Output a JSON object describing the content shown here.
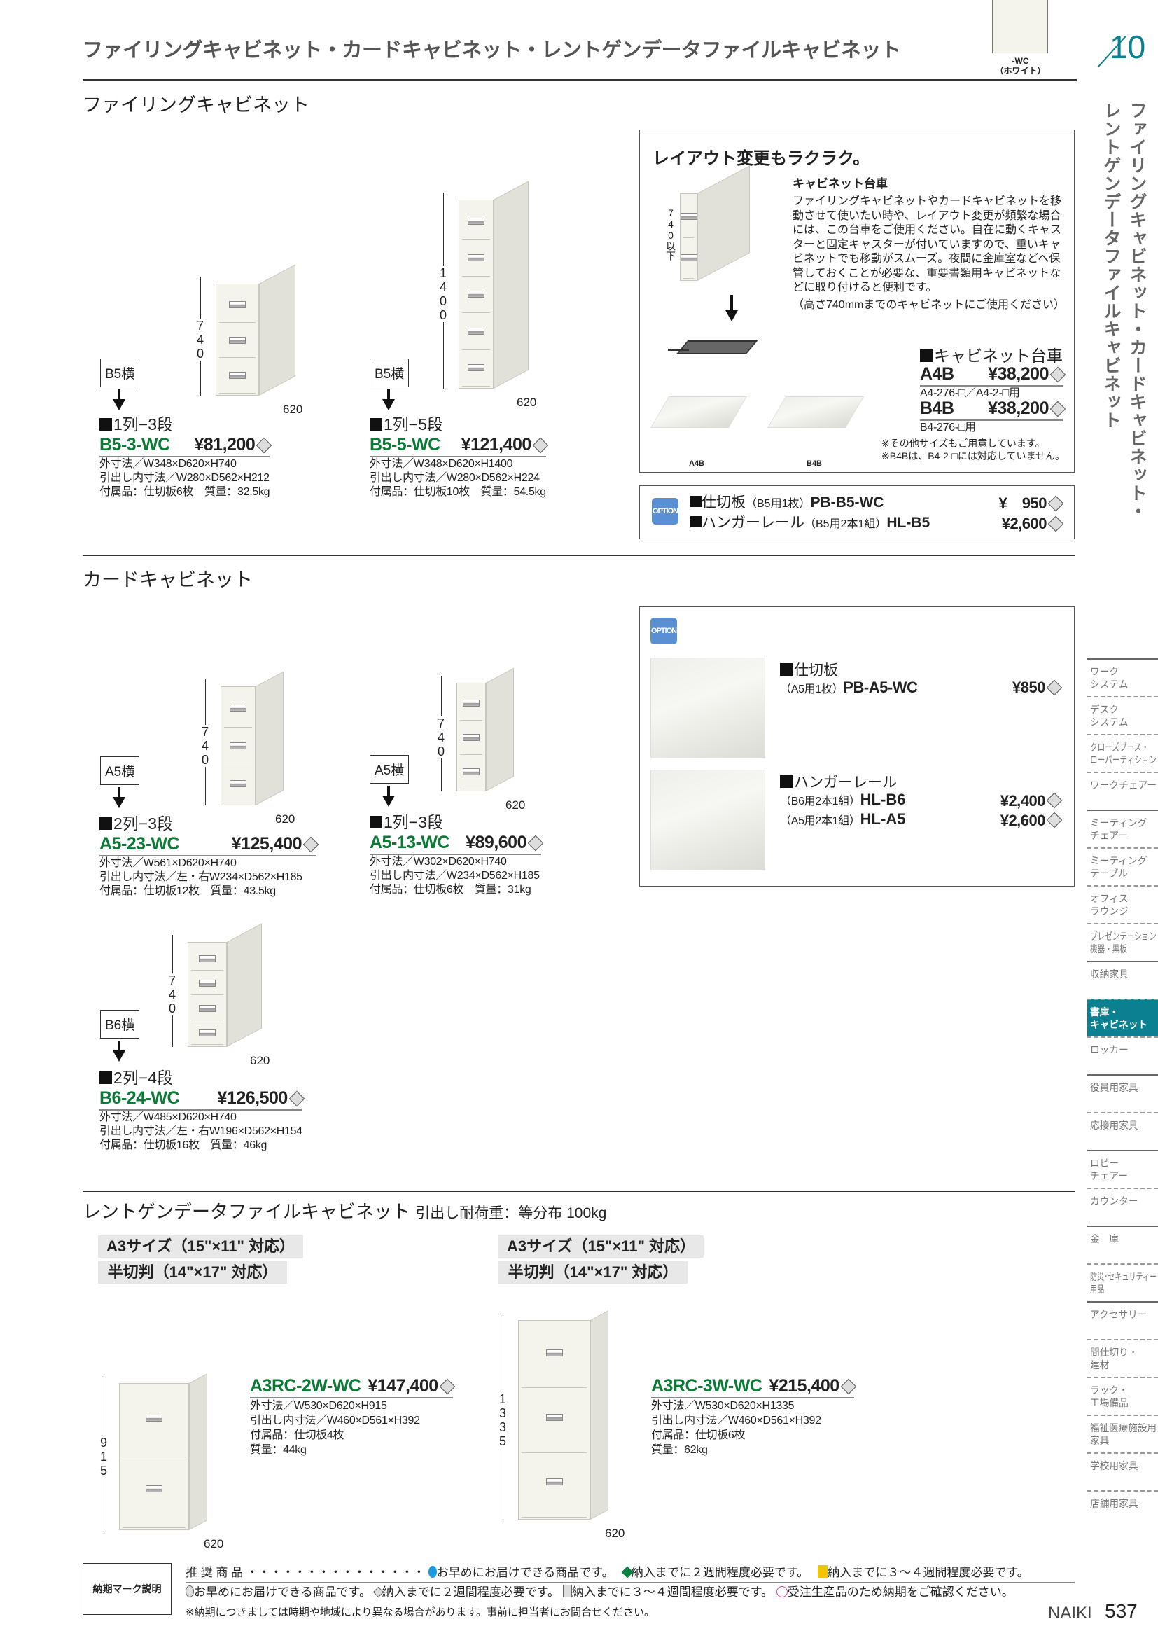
{
  "header": {
    "title": "ファイリングキャビネット・カードキャビネット・レントゲンデータファイルキャビネット"
  },
  "swatch": {
    "code": "-WC",
    "name": "（ホワイト）",
    "color": "#f4f3ec"
  },
  "chapter": {
    "number": "10",
    "title_line1": "ファイリングキャビネット・カードキャビネット・",
    "title_line2": "レントゲンデータファイルキャビネット",
    "accent": "#0a8090"
  },
  "sidebar": [
    {
      "label": "ワーク\nシステム"
    },
    {
      "label": "デスク\nシステム"
    },
    {
      "label": "クローズブース・\nローパーティション"
    },
    {
      "label": "ワークチェアー"
    },
    {
      "label": "ミーティング\nチェアー"
    },
    {
      "label": "ミーティング\nテーブル"
    },
    {
      "label": "オフィス\nラウンジ"
    },
    {
      "label": "プレゼンテーション\n機器・黒板"
    },
    {
      "label": "収納家具"
    },
    {
      "label": "書庫・\nキャビネット"
    },
    {
      "label": "ロッカー"
    },
    {
      "label": "役員用家具"
    },
    {
      "label": "応接用家具"
    },
    {
      "label": "ロビー\nチェアー"
    },
    {
      "label": "カウンター"
    },
    {
      "label": "金　庫"
    },
    {
      "label": "防災･セキュリティー\n用品"
    },
    {
      "label": "アクセサリー"
    },
    {
      "label": "間仕切り・\n建材"
    },
    {
      "label": "ラック・\n工場備品"
    },
    {
      "label": "福祉医療施設用\n家具"
    },
    {
      "label": "学校用家具"
    },
    {
      "label": "店舗用家具"
    }
  ],
  "filing": {
    "title": "ファイリングキャビネット",
    "products": [
      {
        "size": "B5横",
        "height": "740",
        "depth": "620",
        "config": "1列−3段",
        "code": "B5-3-WC",
        "price": "¥81,200",
        "specs": [
          "外寸法／W348×D620×H740",
          "引出し内寸法／W280×D562×H212",
          "付属品：仕切板6枚　質量：32.5kg"
        ]
      },
      {
        "size": "B5横",
        "height": "1400",
        "depth": "620",
        "config": "1列−5段",
        "code": "B5-5-WC",
        "price": "¥121,400",
        "specs": [
          "外寸法／W348×D620×H1400",
          "引出し内寸法／W280×D562×H224",
          "付属品：仕切板10枚　質量：54.5kg"
        ]
      }
    ]
  },
  "caster": {
    "heading": "レイアウト変更もラクラク。",
    "subheading": "キャビネット台車",
    "body": "ファイリングキャビネットやカードキャビネットを移動させて使いたい時や、レイアウト変更が頻繁な場合には、この台車をご使用ください。自在に動くキャスターと固定キャスターが付いていますので、重いキャビネットでも移動がスムーズ。夜間に金庫室などへ保管しておくことが必要な、重要書類用キャビネットなどに取り付けると便利です。",
    "note": "（高さ740mmまでのキャビネットにご使用ください）",
    "height_label": "740以下",
    "product_title": "キャビネット台車",
    "items": [
      {
        "code": "A4B",
        "price": "¥38,200",
        "compat": "A4-276-□／A4-2-□用"
      },
      {
        "code": "B4B",
        "price": "¥38,200",
        "compat": "B4-276-□用"
      }
    ],
    "notes": [
      "※その他サイズもご用意しています。",
      "※B4Bは、B4-2-□には対応していません。"
    ],
    "image_labels": [
      "A4B",
      "B4B"
    ]
  },
  "filing_option": {
    "badge": "OPTION",
    "rows": [
      {
        "name": "仕切板",
        "sub": "（B5用1枚）",
        "code": "PB-B5-WC",
        "price": "¥　950"
      },
      {
        "name": "ハンガーレール",
        "sub": "（B5用2本1組）",
        "code": "HL-B5",
        "price": "¥2,600"
      }
    ]
  },
  "card": {
    "title": "カードキャビネット",
    "products": [
      {
        "size": "A5横",
        "height": "740",
        "depth": "620",
        "config": "2列−3段",
        "code": "A5-23-WC",
        "price": "¥125,400",
        "specs": [
          "外寸法／W561×D620×H740",
          "引出し内寸法／左・右W234×D562×H185",
          "付属品：仕切板12枚　質量：43.5kg"
        ]
      },
      {
        "size": "A5横",
        "height": "740",
        "depth": "620",
        "config": "1列−3段",
        "code": "A5-13-WC",
        "price": "¥89,600",
        "specs": [
          "外寸法／W302×D620×H740",
          "引出し内寸法／W234×D562×H185",
          "付属品：仕切板6枚　質量：31kg"
        ]
      },
      {
        "size": "B6横",
        "height": "740",
        "depth": "620",
        "config": "2列−4段",
        "code": "B6-24-WC",
        "price": "¥126,500",
        "specs": [
          "外寸法／W485×D620×H740",
          "引出し内寸法／左・右W196×D562×H154",
          "付属品：仕切板16枚　質量：46kg"
        ]
      }
    ]
  },
  "card_option": {
    "badge": "OPTION",
    "partition": {
      "name": "仕切板",
      "sub": "（A5用1枚）",
      "code": "PB-A5-WC",
      "price": "¥850"
    },
    "rail": {
      "name": "ハンガーレール",
      "rows": [
        {
          "sub": "（B6用2本1組）",
          "code": "HL-B6",
          "price": "¥2,400"
        },
        {
          "sub": "（A5用2本1組）",
          "code": "HL-A5",
          "price": "¥2,600"
        }
      ]
    }
  },
  "xray": {
    "title": "レントゲンデータファイルキャビネット",
    "subtitle": "引出し耐荷重：等分布 100kg",
    "tags": [
      "A3サイズ（15\"×11\" 対応）",
      "半切判（14\"×17\" 対応）"
    ],
    "products": [
      {
        "height": "915",
        "depth": "620",
        "code": "A3RC-2W-WC",
        "price": "¥147,400",
        "specs": [
          "外寸法／W530×D620×H915",
          "引出し内寸法／W460×D561×H392",
          "付属品：仕切板4枚",
          "質量：44kg"
        ]
      },
      {
        "height": "1335",
        "depth": "620",
        "code": "A3RC-3W-WC",
        "price": "¥215,400",
        "specs": [
          "外寸法／W530×D620×H1335",
          "引出し内寸法／W460×D561×H392",
          "付属品：仕切板6枚",
          "質量：62kg"
        ]
      }
    ]
  },
  "footer": {
    "box_label": "納期マーク説明",
    "recommended": "推 奨 商 品 ・・・・・・・・・・・・・・・",
    "row1": [
      "お早めにお届けできる商品です。",
      "納入までに２週間程度必要です。",
      "納入までに３〜４週間程度必要です。"
    ],
    "row2": [
      "お早めにお届けできる商品です。",
      "納入までに２週間程度必要です。",
      "納入までに３〜４週間程度必要です。",
      "受注生産品のため納期をご確認ください。"
    ],
    "note": "※納期につきましては時期や地域により異なる場合があります。事前に担当者にお問合せください。",
    "brand": "NAIKI",
    "page": "537",
    "colors": {
      "blue": "#1a9be0",
      "green": "#0a8040",
      "yellow": "#f5c400",
      "pink": "#e0409a"
    }
  }
}
